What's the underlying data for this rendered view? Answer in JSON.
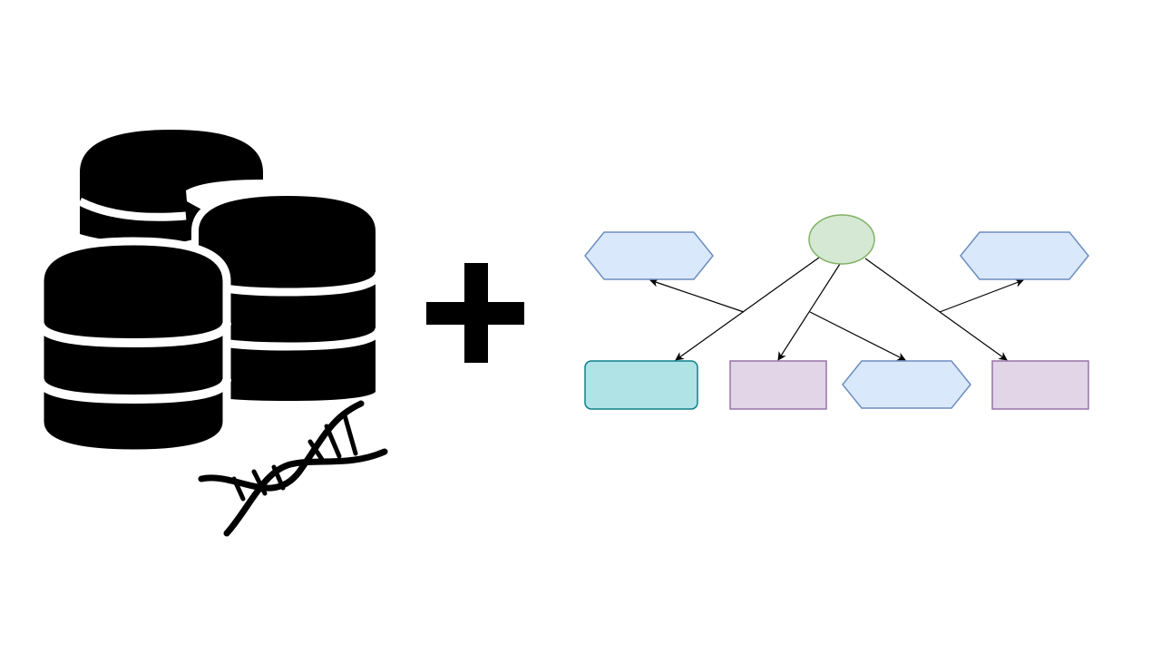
{
  "icons": {
    "database": "database-stack-icon",
    "dna": "dna-helix-icon",
    "plus": "plus-icon"
  },
  "diagram": {
    "nodes": [
      {
        "id": "center",
        "shape": "ellipse",
        "fill": "#d5e8d4",
        "stroke": "#82b366",
        "label": ""
      },
      {
        "id": "hex-top-left",
        "shape": "hexagon",
        "fill": "#dae8fc",
        "stroke": "#6c8ebf",
        "label": ""
      },
      {
        "id": "hex-top-right",
        "shape": "hexagon",
        "fill": "#dae8fc",
        "stroke": "#6c8ebf",
        "label": ""
      },
      {
        "id": "rect-teal",
        "shape": "rounded-rectangle",
        "fill": "#b0e3e6",
        "stroke": "#0e8088",
        "label": ""
      },
      {
        "id": "rect-purple-1",
        "shape": "rectangle",
        "fill": "#e1d5e7",
        "stroke": "#9673a6",
        "label": ""
      },
      {
        "id": "hex-bottom",
        "shape": "hexagon",
        "fill": "#dae8fc",
        "stroke": "#6c8ebf",
        "label": ""
      },
      {
        "id": "rect-purple-2",
        "shape": "rectangle",
        "fill": "#e1d5e7",
        "stroke": "#9673a6",
        "label": ""
      }
    ],
    "edges": [
      {
        "from": "center",
        "to": "rect-teal"
      },
      {
        "from": "center",
        "to": "rect-purple-1"
      },
      {
        "from": "center",
        "to": "rect-purple-2"
      },
      {
        "from": "center-left-edge",
        "to": "hex-top-left"
      },
      {
        "from": "center-middle-edge",
        "to": "hex-bottom"
      },
      {
        "from": "center-right-edge",
        "to": "hex-top-right"
      }
    ]
  }
}
